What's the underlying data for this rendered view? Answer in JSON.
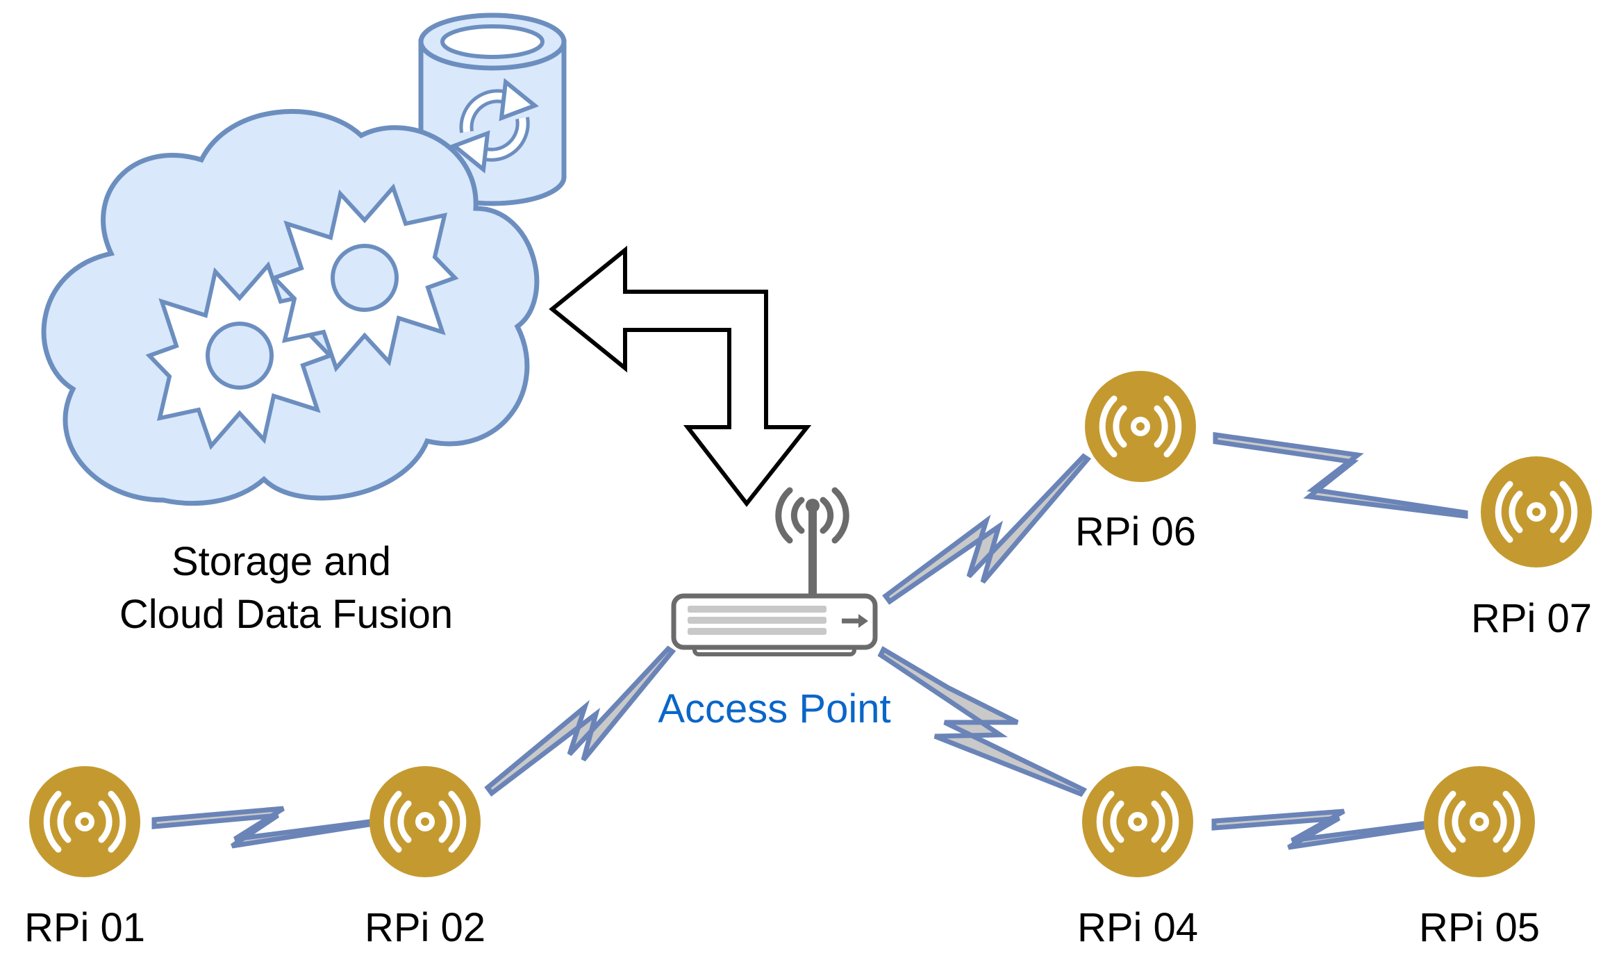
{
  "cloud": {
    "label_line1": "Storage and",
    "label_line2": "Cloud Data Fusion",
    "icon": "cloud-gears-icon",
    "storage_icon": "database-sync-icon"
  },
  "access_point": {
    "label": "Access Point",
    "icon": "wireless-router-icon",
    "label_color": "#0a66c8"
  },
  "nodes": [
    {
      "id": "rpi01",
      "label": "RPi 01",
      "icon": "broadcast-icon"
    },
    {
      "id": "rpi02",
      "label": "RPi 02",
      "icon": "broadcast-icon"
    },
    {
      "id": "rpi04",
      "label": "RPi 04",
      "icon": "broadcast-icon"
    },
    {
      "id": "rpi05",
      "label": "RPi 05",
      "icon": "broadcast-icon"
    },
    {
      "id": "rpi06",
      "label": "RPi 06",
      "icon": "broadcast-icon"
    },
    {
      "id": "rpi07",
      "label": "RPi 07",
      "icon": "broadcast-icon"
    }
  ],
  "links": [
    {
      "from": "rpi01",
      "to": "rpi02",
      "icon": "wireless-link-icon"
    },
    {
      "from": "rpi02",
      "to": "access_point",
      "icon": "wireless-link-icon"
    },
    {
      "from": "access_point",
      "to": "rpi06",
      "icon": "wireless-link-icon"
    },
    {
      "from": "access_point",
      "to": "rpi04",
      "icon": "wireless-link-icon"
    },
    {
      "from": "rpi04",
      "to": "rpi05",
      "icon": "wireless-link-icon"
    },
    {
      "from": "rpi06",
      "to": "rpi07",
      "icon": "wireless-link-icon"
    }
  ],
  "colors": {
    "node_fill": "#c49a30",
    "link_stroke": "#6a84b8",
    "link_fill": "#c9c9c9",
    "cloud_fill": "#d9e8fb",
    "cloud_stroke": "#6c8ebf",
    "router_stroke": "#6b6b6b"
  }
}
